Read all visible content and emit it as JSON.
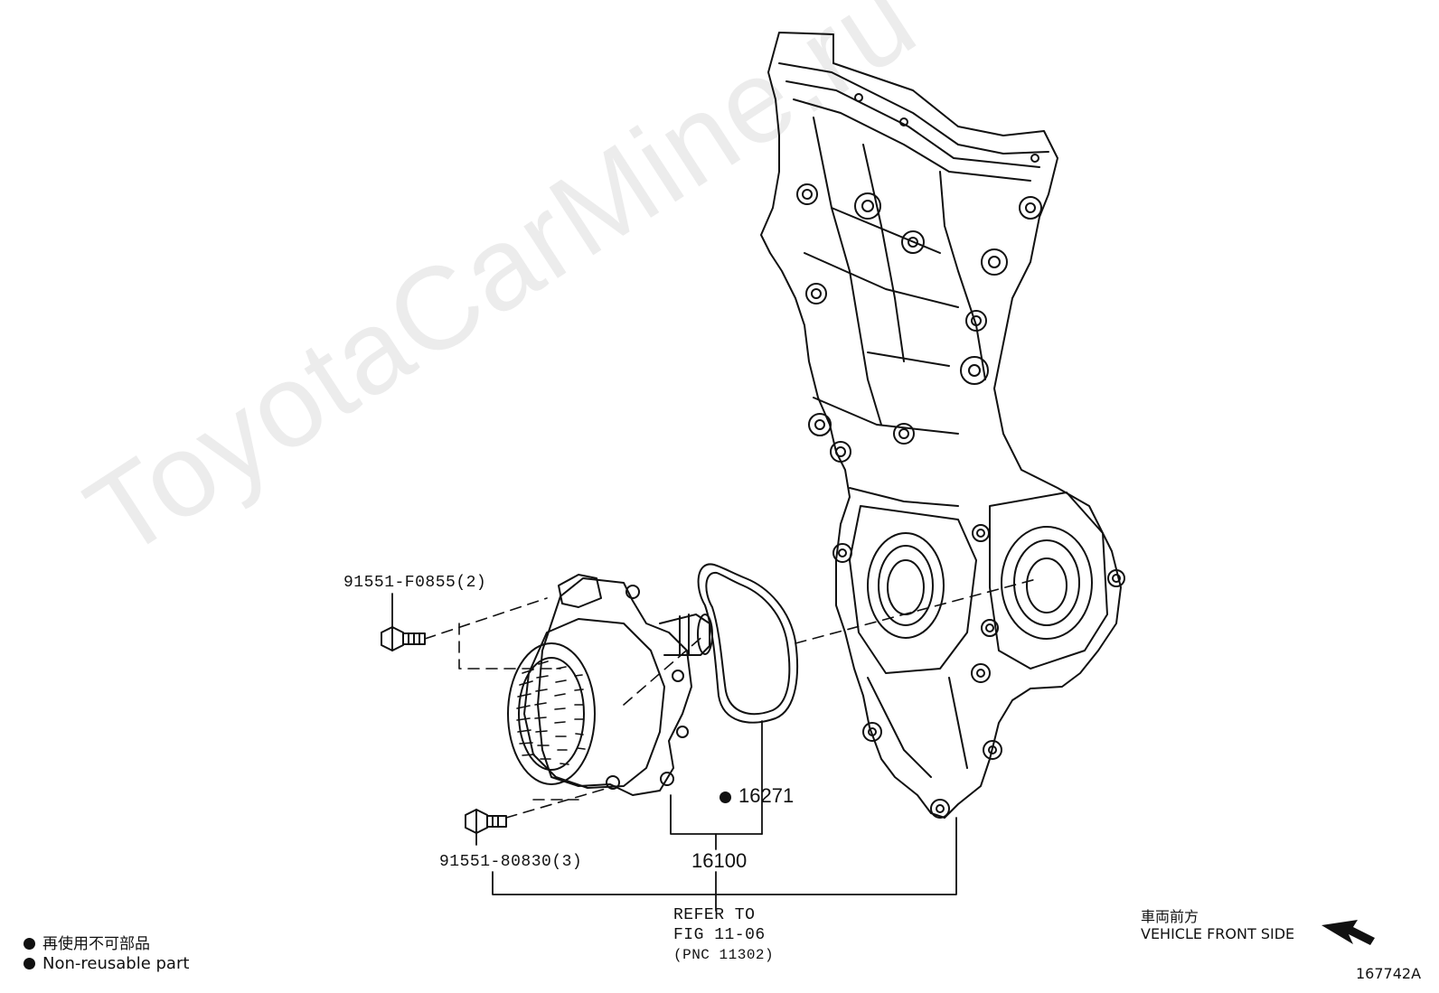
{
  "watermark": "ToyotaCarMine.ru",
  "callouts": {
    "bolt_upper": "91551-F0855(2)",
    "bolt_lower": "91551-80830(3)",
    "gasket": "16271",
    "pump_assembly": "16100",
    "refer_line1": "REFER TO",
    "refer_line2": "FIG 11-06",
    "refer_line3": "(PNC 11302)"
  },
  "legend": {
    "jp": "再使用不可部品",
    "en": "Non-reusable part"
  },
  "orientation": {
    "jp": "車両前方",
    "en": "VEHICLE FRONT SIDE"
  },
  "figure_id": "167742A",
  "colors": {
    "line": "#111111",
    "watermark": "#ececec"
  },
  "icons": [
    "non-reusable-dot-icon",
    "vehicle-front-arrow-icon"
  ]
}
